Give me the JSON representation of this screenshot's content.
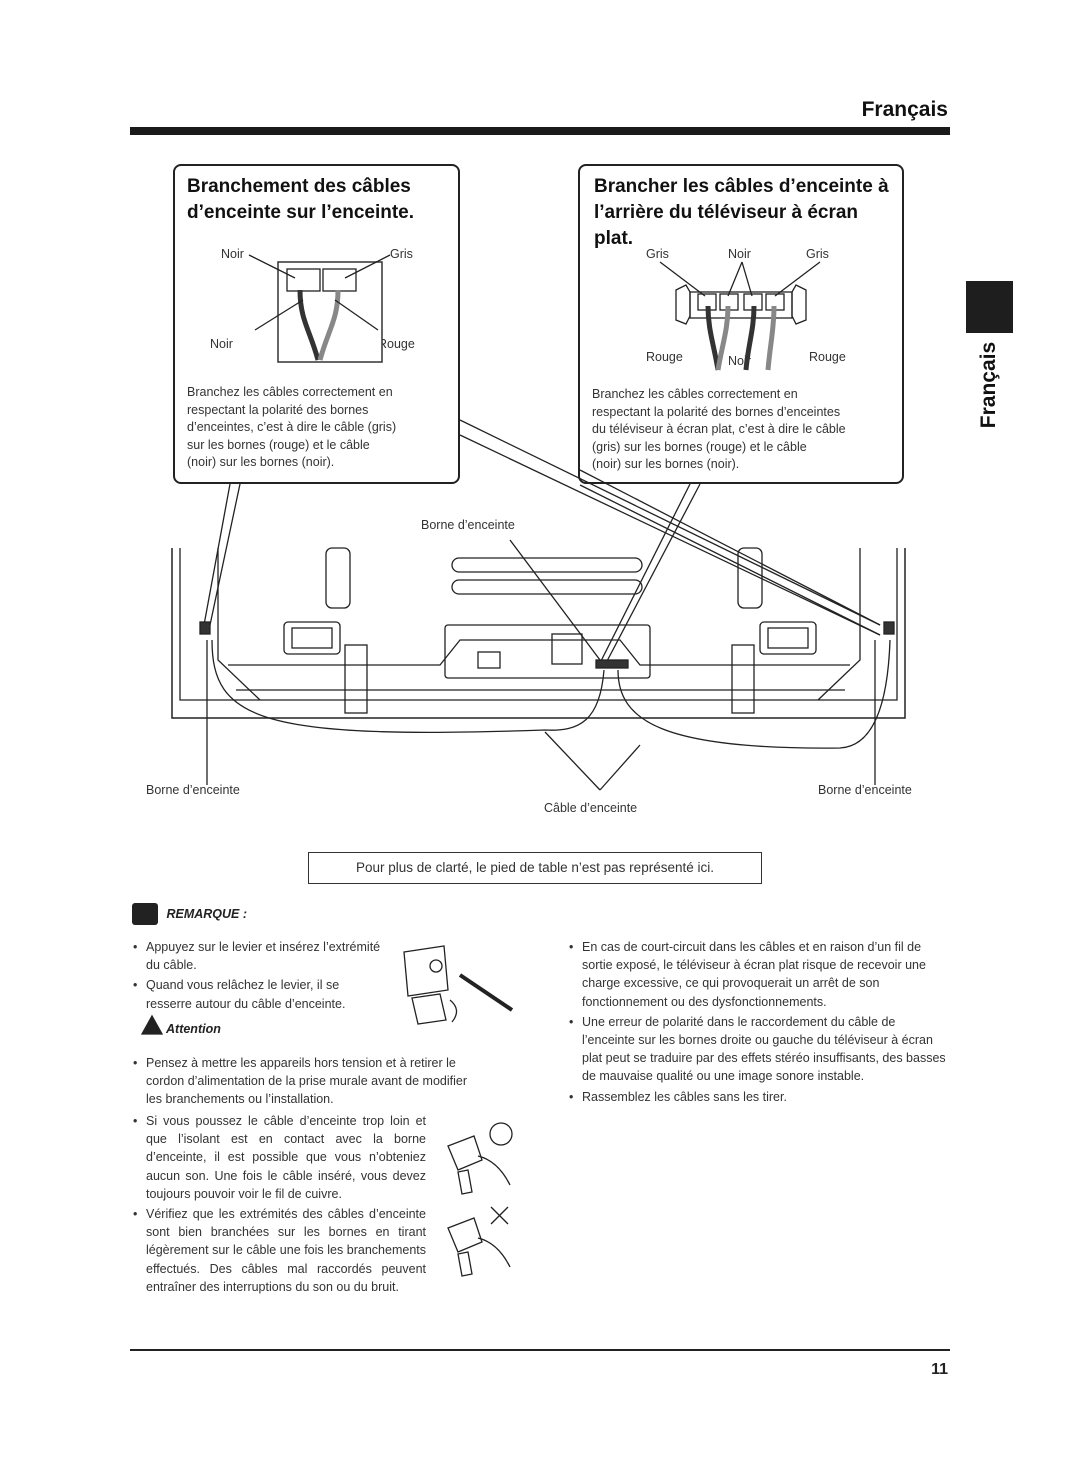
{
  "header": {
    "language": "Français"
  },
  "side_tab": {
    "language": "Français"
  },
  "callout_left": {
    "title_line1": "Branchement des câbles",
    "title_line2": "d’enceinte sur l’enceinte.",
    "label_top_left": "Noir",
    "label_top_right": "Gris",
    "label_bottom_left": "Noir",
    "label_bottom_right": "Rouge",
    "text_lines": [
      "Branchez les câbles correctement en",
      "respectant la polarité des bornes",
      "d’enceintes, c’est à dire le câble    (gris)",
      "sur les bornes    (rouge) et le câble",
      "(noir) sur les bornes    (noir)."
    ]
  },
  "callout_right": {
    "title_line1": "Brancher les câbles d’enceinte à",
    "title_line2": "l’arrière du téléviseur à écran",
    "title_line3": "plat.",
    "label_gris_left": "Gris",
    "label_noir_top": "Noir",
    "label_gris_right": "Gris",
    "label_rouge_left": "Rouge",
    "label_noir_bottom": "Noir",
    "label_rouge_right": "Rouge",
    "text_lines": [
      "Branchez les câbles correctement en",
      "respectant la polarité des bornes d’enceintes",
      "du téléviseur à écran plat, c’est à dire le câble",
      "   (gris) sur les bornes    (rouge) et le câble",
      "(noir) sur les bornes    (noir)."
    ]
  },
  "diagram": {
    "label_borne_top": "Borne d’enceinte",
    "label_borne_left": "Borne d’enceinte",
    "label_borne_right": "Borne d’enceinte",
    "label_cable": "Câble d’enceinte"
  },
  "note_box": "Pour plus de clarté, le pied de table n’est pas représenté ici.",
  "remarque": {
    "label": "REMARQUE :",
    "bullets": [
      "Appuyez sur le levier et insérez l’extrémité du câble.",
      "Quand vous relâchez le levier, il se resserre autour du câble d’enceinte."
    ]
  },
  "attention": {
    "label": "Attention",
    "bullets": [
      "Pensez à mettre les appareils hors tension et à retirer le cordon d’alimentation de la prise murale avant de modifier les branchements ou l’installation.",
      "Si vous poussez le câble d’enceinte trop loin et que l’isolant est en contact avec la borne d’enceinte, il est possible que vous n’obteniez aucun son. Une fois le câble inséré, vous devez toujours pouvoir voir le fil de cuivre.",
      "Vérifiez que les extrémités des câbles d’enceinte sont bien branchées sur les bornes en tirant légèrement sur le câble une fois les branchements effectués. Des câbles mal raccordés peuvent entraîner des interruptions du son ou du bruit."
    ]
  },
  "right_column": {
    "bullets": [
      "En cas de court-circuit dans les câbles     et     en raison d’un fil de sortie exposé, le téléviseur à écran plat risque de recevoir une charge excessive, ce qui provoquerait un arrêt de son fonctionnement ou des dysfonctionnements.",
      "Une erreur de polarité dans le raccordement du câble de l’enceinte sur les bornes droite ou gauche du téléviseur à écran plat peut se traduire par des effets stéréo insuffisants, des basses de mauvaise qualité ou une image sonore instable.",
      "Rassemblez les câbles sans les tirer."
    ]
  },
  "page_number": "11"
}
